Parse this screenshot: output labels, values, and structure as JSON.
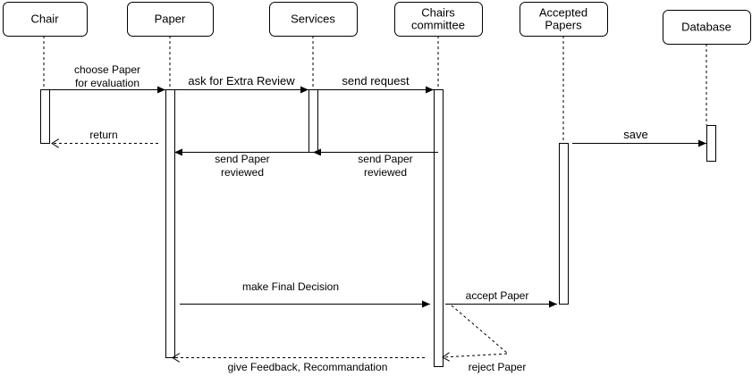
{
  "participants": [
    {
      "id": "chair",
      "label": [
        "Chair"
      ]
    },
    {
      "id": "paper",
      "label": [
        "Paper"
      ]
    },
    {
      "id": "services",
      "label": [
        "Services"
      ]
    },
    {
      "id": "committee",
      "label": [
        "Chairs",
        "committee"
      ]
    },
    {
      "id": "accepted",
      "label": [
        "Accepted",
        "Papers"
      ]
    },
    {
      "id": "database",
      "label": [
        "Database"
      ]
    }
  ],
  "messages": [
    {
      "id": "choose-paper",
      "from": "chair",
      "to": "paper",
      "style": "sync",
      "label": [
        "choose Paper",
        "for evaluation"
      ]
    },
    {
      "id": "extra-review",
      "from": "paper",
      "to": "services",
      "style": "sync",
      "label": [
        "ask for Extra Review"
      ]
    },
    {
      "id": "send-request",
      "from": "services",
      "to": "committee",
      "style": "sync",
      "label": [
        "send request"
      ]
    },
    {
      "id": "return",
      "from": "paper",
      "to": "chair",
      "style": "return",
      "label": [
        "return"
      ]
    },
    {
      "id": "save",
      "from": "accepted",
      "to": "database",
      "style": "sync",
      "label": [
        "save"
      ]
    },
    {
      "id": "services-reviewed",
      "from": "services",
      "to": "paper",
      "style": "sync",
      "label": [
        "send Paper",
        "reviewed"
      ]
    },
    {
      "id": "committee-reviewed",
      "from": "committee",
      "to": "services",
      "style": "sync",
      "label": [
        "send Paper",
        "reviewed"
      ]
    },
    {
      "id": "final-decision",
      "from": "paper",
      "to": "committee",
      "style": "sync",
      "label": [
        "make Final Decision"
      ]
    },
    {
      "id": "accept-paper",
      "from": "committee",
      "to": "accepted",
      "style": "sync",
      "label": [
        "accept Paper"
      ]
    },
    {
      "id": "reject-paper",
      "from": "committee",
      "to": "committee",
      "style": "self-return",
      "label": [
        "reject Paper"
      ]
    },
    {
      "id": "feedback",
      "from": "committee",
      "to": "paper",
      "style": "return",
      "label": [
        "give Feedback, Recommandation"
      ]
    }
  ]
}
